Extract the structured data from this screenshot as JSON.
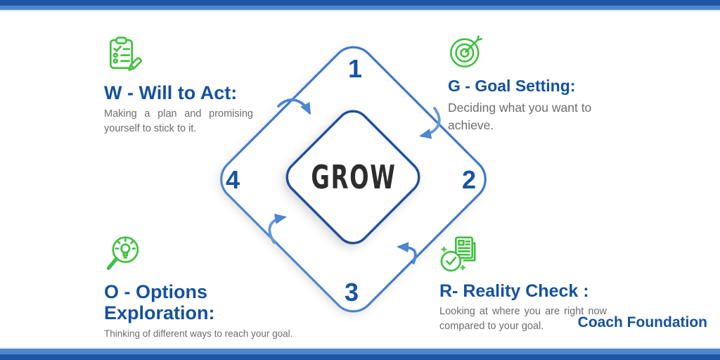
{
  "banner": {
    "top_colors": [
      "#1f56a3",
      "#4d88cc",
      "#d9e6f5"
    ],
    "bottom_colors": [
      "#d9e6f5",
      "#4d88cc",
      "#1f56a3"
    ]
  },
  "center": {
    "label": "GROW"
  },
  "numbers": {
    "one": "1",
    "two": "2",
    "three": "3",
    "four": "4"
  },
  "sections": {
    "goal": {
      "icon": "target-icon",
      "heading": "G - Goal Setting:",
      "body": "Deciding what you want to achieve."
    },
    "reality": {
      "icon": "check-document-icon",
      "heading": "R- Reality Check :",
      "body": "Looking at where you are right now compared to your goal."
    },
    "options": {
      "icon": "magnifier-bulb-icon",
      "heading": "O - Options Exploration:",
      "body": "Thinking of different ways to reach your goal."
    },
    "will": {
      "icon": "clipboard-pencil-icon",
      "heading": "W - Will to Act:",
      "body": "Making a plan and promising yourself to stick to it."
    }
  },
  "footer": {
    "brand": "Coach Foundation"
  },
  "colors": {
    "heading_blue": "#15519e",
    "body_gray": "#6d6d6d",
    "icon_green": "#3ec13e",
    "outer_diamond_top": "#3a78c6",
    "outer_diamond_bottom": "#8ab1e2",
    "inner_diamond": "#1d4f9b",
    "grow_text": "#2d2d2d",
    "number_blue": "#17549f",
    "arrow_blue": "#4c86d2"
  }
}
